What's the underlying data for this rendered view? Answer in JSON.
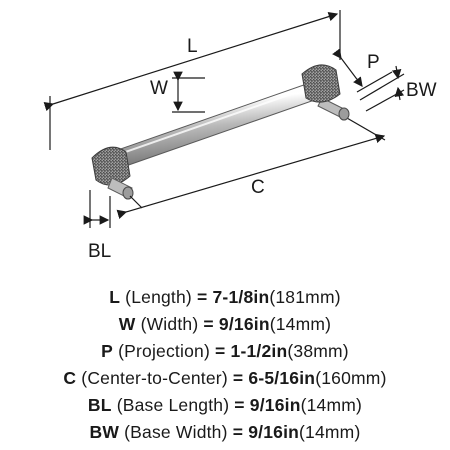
{
  "diagram": {
    "labels": {
      "L": "L",
      "W": "W",
      "P": "P",
      "BW": "BW",
      "C": "C",
      "BL": "BL"
    }
  },
  "specs": [
    {
      "code": "L",
      "name": "(Length)",
      "eq": "=",
      "imperial": "7-1/8in",
      "metric": "(181mm)"
    },
    {
      "code": "W",
      "name": "(Width)",
      "eq": "=",
      "imperial": "9/16in",
      "metric": "(14mm)"
    },
    {
      "code": "P",
      "name": "(Projection)",
      "eq": "=",
      "imperial": "1-1/2in",
      "metric": "(38mm)"
    },
    {
      "code": "C",
      "name": "(Center-to-Center)",
      "eq": "=",
      "imperial": "6-5/16in",
      "metric": "(160mm)"
    },
    {
      "code": "BL",
      "name": "(Base Length)",
      "eq": "=",
      "imperial": "9/16in",
      "metric": "(14mm)"
    },
    {
      "code": "BW",
      "name": "(Base Width)",
      "eq": "=",
      "imperial": "9/16in",
      "metric": "(14mm)"
    }
  ]
}
